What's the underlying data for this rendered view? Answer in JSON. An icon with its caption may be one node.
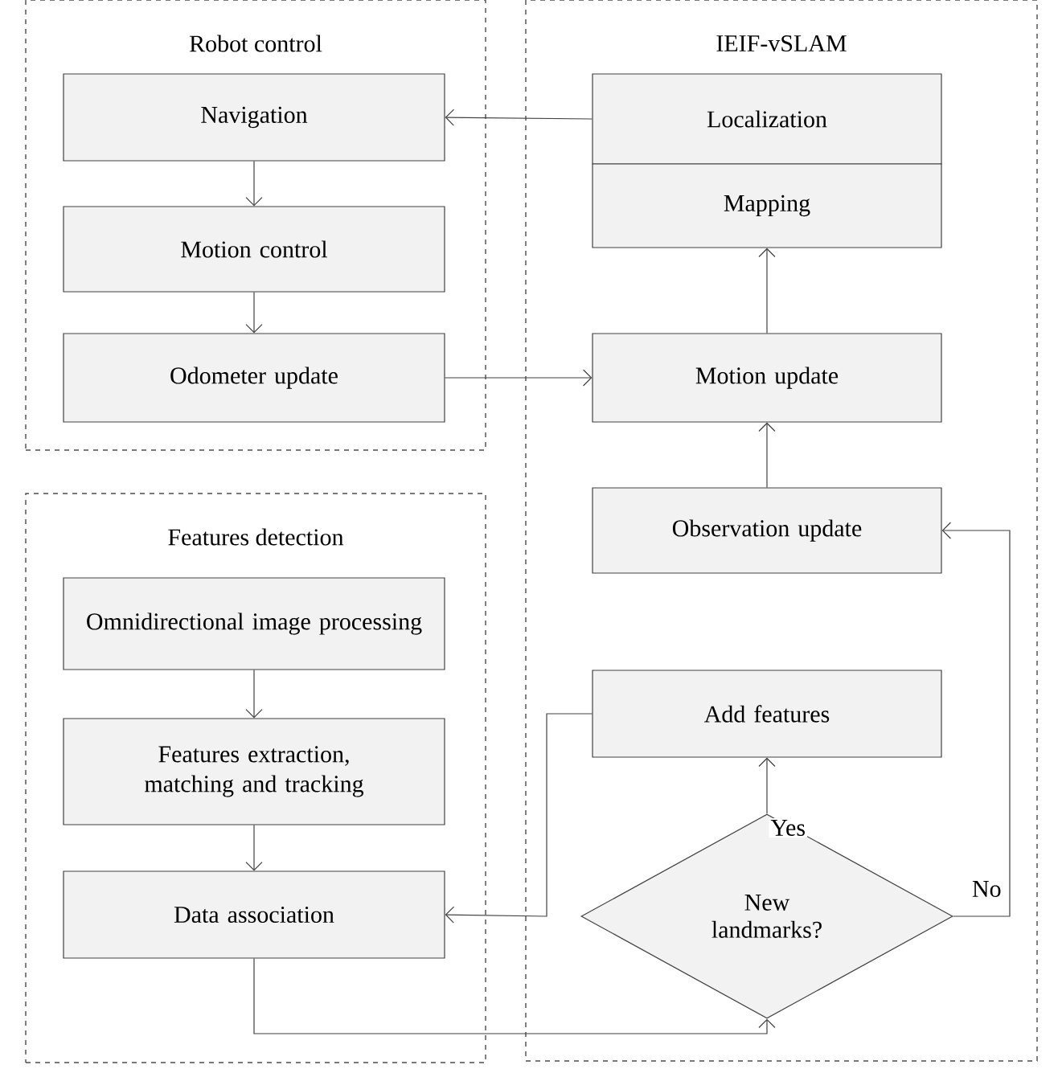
{
  "diagram": {
    "nodes": [
      {
        "text": [
          "Robot control"
        ]
      },
      {
        "text": [
          "Navigation"
        ],
        "in": 0
      },
      {
        "text": [
          "Motion control"
        ],
        "in": 0
      },
      {
        "text": [
          "Odometer update"
        ],
        "in": 0
      },
      {
        "text": [
          "IEIF-vSLAM"
        ]
      },
      {
        "text": [
          "Localization"
        ],
        "in": 4
      },
      {
        "text": [
          "Mapping"
        ],
        "in": 4
      },
      {
        "text": [
          "Motion update"
        ],
        "in": 4
      },
      {
        "text": [
          "Observation update"
        ],
        "in": 4
      },
      {
        "text": [
          "Add features"
        ],
        "in": 4
      },
      {
        "text": [
          "New landmarks?"
        ],
        "in": 4
      },
      {
        "text": [
          "Features detection"
        ]
      },
      {
        "text": [
          "Omnidirectional image processing"
        ],
        "in": 11
      },
      {
        "text": [
          "Features extraction, matching and tracking"
        ],
        "in": 11
      },
      {
        "text": [
          "Data association"
        ],
        "in": 11
      }
    ],
    "edges": [
      {
        "from": 1,
        "to": 2,
        "arrow": "to"
      },
      {
        "from": 2,
        "to": 3,
        "arrow": "to"
      },
      {
        "from": 5,
        "to": 1,
        "arrow": "to"
      },
      {
        "from": 3,
        "to": 7,
        "arrow": "to"
      },
      {
        "from": 7,
        "to": 6,
        "arrow": "to"
      },
      {
        "from": 8,
        "to": 7,
        "arrow": "to"
      },
      {
        "from": 12,
        "to": 13,
        "arrow": "to"
      },
      {
        "from": 13,
        "to": 14,
        "arrow": "to"
      },
      {
        "from": 14,
        "to": 10,
        "arrow": "to"
      },
      {
        "from": 9,
        "to": 14,
        "arrow": "to"
      },
      {
        "from": 10,
        "to": 9,
        "arrow": "to",
        "label": "Yes"
      },
      {
        "from": 10,
        "to": 8,
        "arrow": "to",
        "label": "No"
      }
    ]
  }
}
